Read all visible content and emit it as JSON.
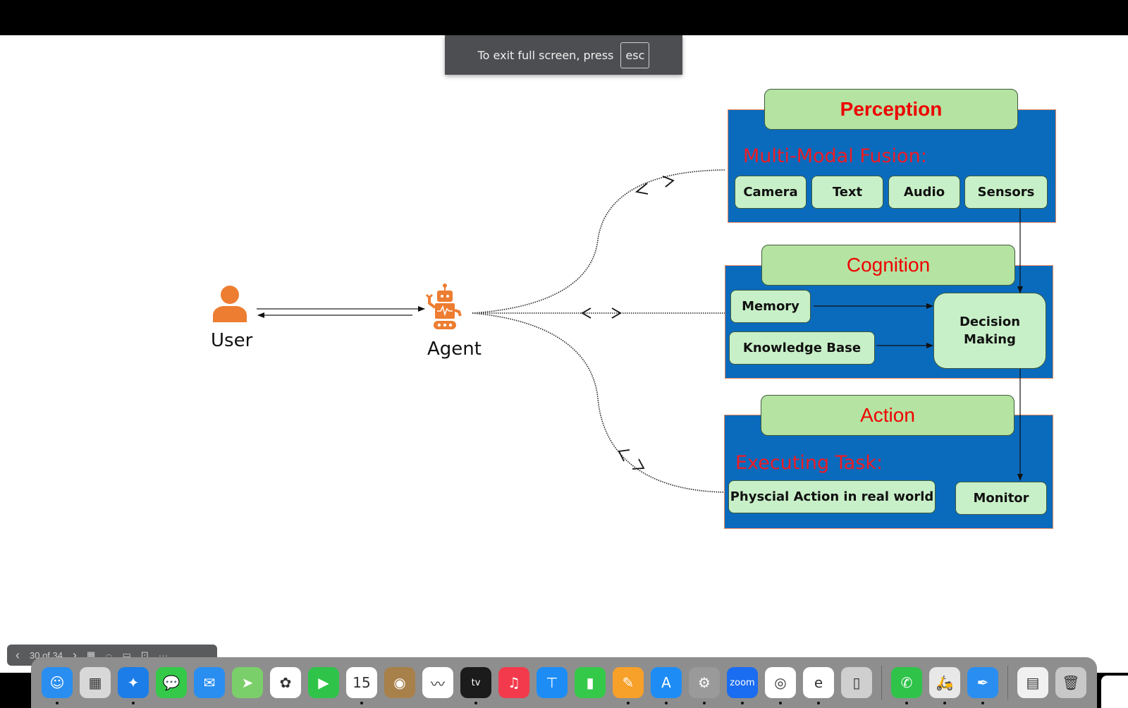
{
  "fullscreen_toast": {
    "text": "To exit full screen, press",
    "key": "esc"
  },
  "actors": {
    "user": {
      "label": "User",
      "icon": "person-icon",
      "color": "#ed7d31"
    },
    "agent": {
      "label": "Agent",
      "icon": "robot-icon",
      "color": "#ed7d31"
    }
  },
  "modules": {
    "perception": {
      "title": "Perception",
      "subheading": "Multi-Modal Fusion:",
      "items": [
        "Camera",
        "Text",
        "Audio",
        "Sensors"
      ]
    },
    "cognition": {
      "title": "Cognition",
      "items": [
        "Memory",
        "Knowledge Base",
        "Decision Making"
      ]
    },
    "action": {
      "title": "Action",
      "subheading": "Executing Task:",
      "items": [
        "Physcial Action in real world",
        "Monitor"
      ]
    }
  },
  "colors": {
    "panel_fill": "#0a6bbd",
    "panel_border": "#f08a5a",
    "title_fill": "#b5e3a2",
    "item_fill": "#c8f0c8",
    "title_text": "#ee0000"
  },
  "presenter_toolbar": {
    "page_indicator": "30 of 34",
    "prev": "‹",
    "next": "›",
    "more": "···"
  },
  "dock": {
    "apps": [
      {
        "name": "Finder",
        "glyph": "☺",
        "bg": "#2a8ef0",
        "running": true
      },
      {
        "name": "Launchpad",
        "glyph": "▦",
        "bg": "#d8d8d8",
        "running": false
      },
      {
        "name": "Safari",
        "glyph": "✦",
        "bg": "#1c7de8",
        "running": true
      },
      {
        "name": "Messages",
        "glyph": "💬",
        "bg": "#35c94a",
        "running": false
      },
      {
        "name": "Mail",
        "glyph": "✉",
        "bg": "#2a8ef0",
        "running": false
      },
      {
        "name": "Maps",
        "glyph": "➤",
        "bg": "#7bcf6a",
        "running": false
      },
      {
        "name": "Photos",
        "glyph": "✿",
        "bg": "#ffffff",
        "running": false
      },
      {
        "name": "FaceTime",
        "glyph": "▶",
        "bg": "#2fc34a",
        "running": false
      },
      {
        "name": "Calendar",
        "glyph": "15",
        "bg": "#ffffff",
        "running": true
      },
      {
        "name": "Contacts",
        "glyph": "◉",
        "bg": "#a8804a",
        "running": false
      },
      {
        "name": "Freeform",
        "glyph": "〰",
        "bg": "#ffffff",
        "running": false
      },
      {
        "name": "TV",
        "glyph": "tv",
        "bg": "#1b1b1b",
        "running": true
      },
      {
        "name": "Music",
        "glyph": "♫",
        "bg": "#f23a4c",
        "running": false
      },
      {
        "name": "Keynote",
        "glyph": "⊤",
        "bg": "#1d8df5",
        "running": false
      },
      {
        "name": "Numbers",
        "glyph": "▮",
        "bg": "#35c94a",
        "running": false
      },
      {
        "name": "Pages",
        "glyph": "✎",
        "bg": "#f7a02a",
        "running": true
      },
      {
        "name": "App Store",
        "glyph": "A",
        "bg": "#1d8df5",
        "running": true
      },
      {
        "name": "System Settings",
        "glyph": "⚙",
        "bg": "#9a9a9a",
        "running": true
      },
      {
        "name": "Zoom",
        "glyph": "zoom",
        "bg": "#1a6cf0",
        "running": true
      },
      {
        "name": "Chrome",
        "glyph": "◎",
        "bg": "#ffffff",
        "running": true
      },
      {
        "name": "Edge",
        "glyph": "e",
        "bg": "#ffffff",
        "running": true
      },
      {
        "name": "iPhone Mirroring",
        "glyph": "▯",
        "bg": "#cfcfcf",
        "running": false
      }
    ],
    "recent_apps": [
      {
        "name": "WhatsApp",
        "glyph": "✆",
        "bg": "#2fc34a",
        "running": true
      },
      {
        "name": "Scooter App",
        "glyph": "🛵",
        "bg": "#e8e8e8",
        "running": true
      },
      {
        "name": "Pen App",
        "glyph": "✒",
        "bg": "#2a8ef0",
        "running": true
      }
    ],
    "stack": [
      {
        "name": "Document Window",
        "glyph": "▤",
        "bg": "#f0f0f0"
      },
      {
        "name": "Trash",
        "glyph": "🗑",
        "bg": "#c8c8c8"
      }
    ]
  }
}
